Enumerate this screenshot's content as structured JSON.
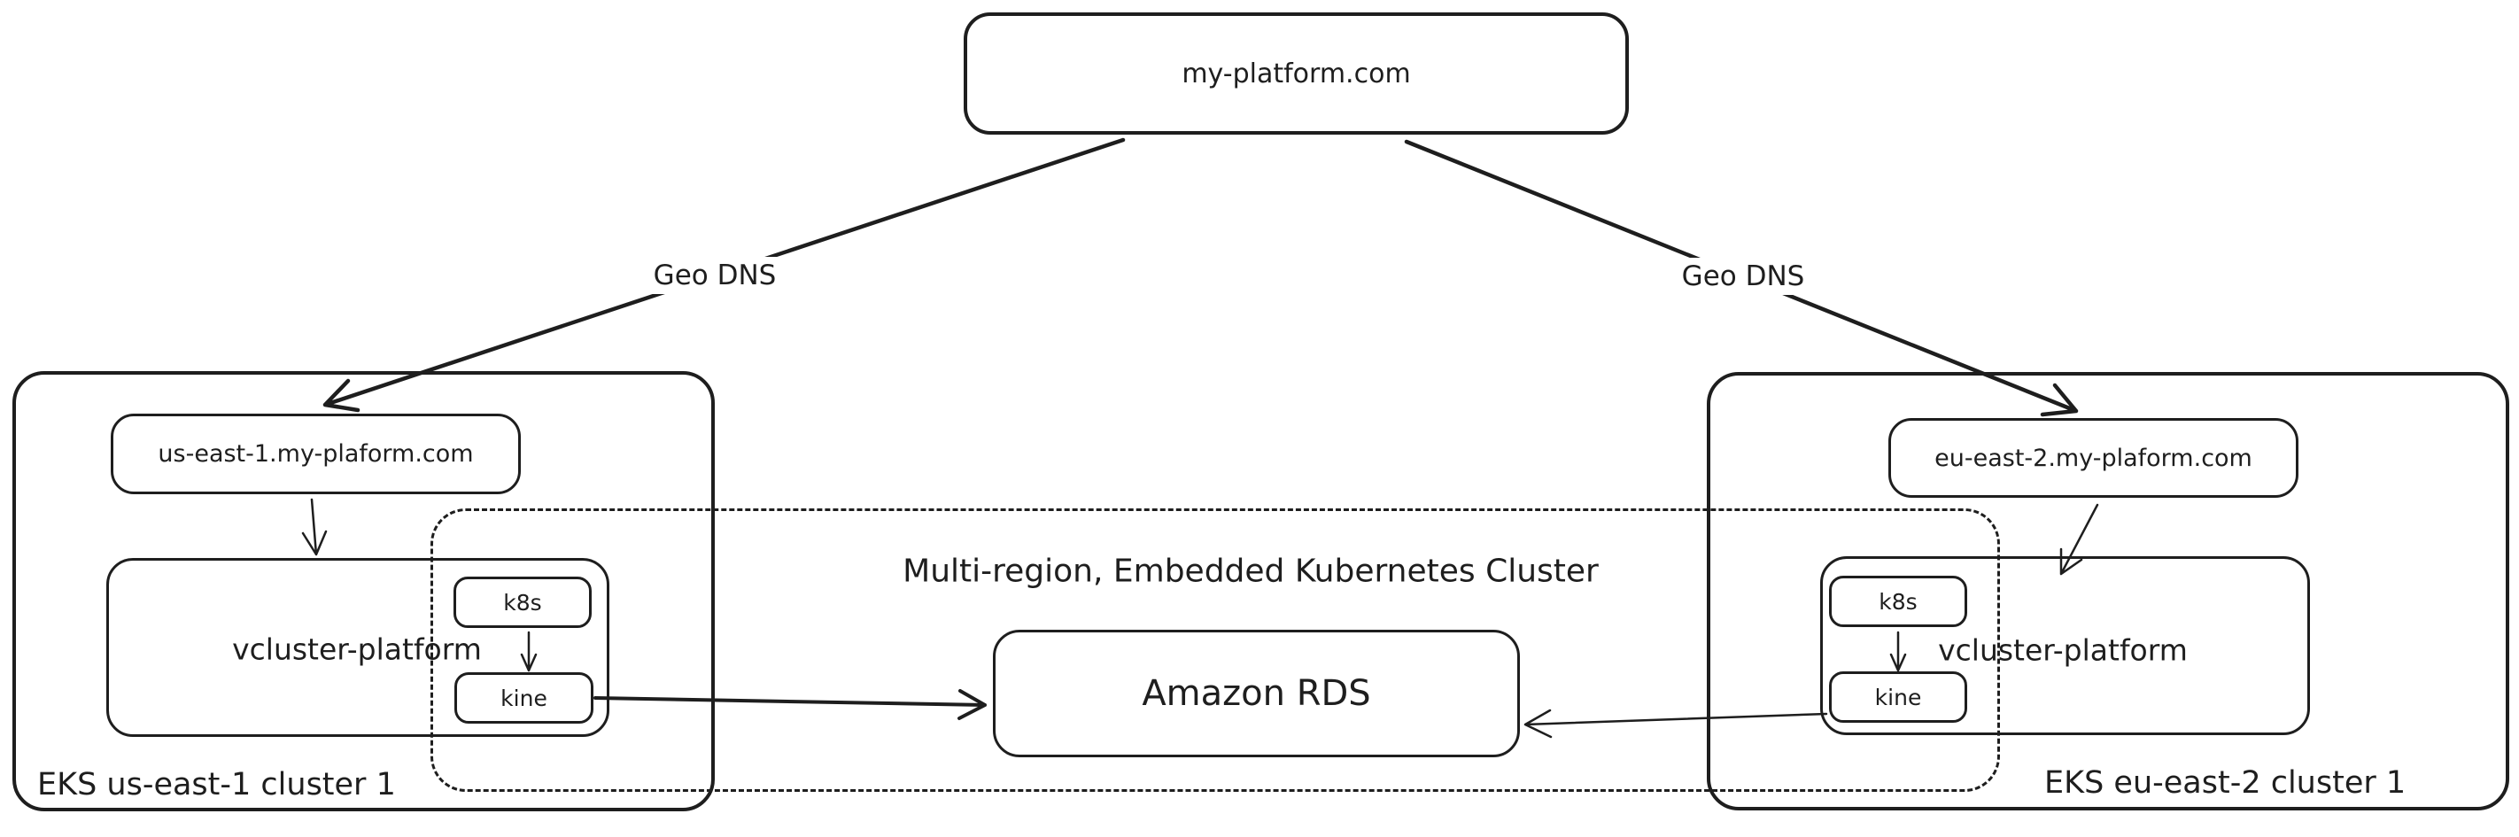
{
  "diagram": {
    "stroke_color": "#1e1e1e",
    "background_color": "#ffffff",
    "root": {
      "label": "my-platform.com"
    },
    "geo_dns_left_label": "Geo DNS",
    "geo_dns_right_label": "Geo DNS",
    "left_cluster": {
      "title": "EKS us-east-1 cluster 1",
      "dns_endpoint": "us-east-1.my-plaform.com",
      "vcluster_label": "vcluster-platform",
      "k8s_label": "k8s",
      "kine_label": "kine"
    },
    "right_cluster": {
      "title": "EKS eu-east-2 cluster 1",
      "dns_endpoint": "eu-east-2.my-plaform.com",
      "vcluster_label": "vcluster-platform",
      "k8s_label": "k8s",
      "kine_label": "kine"
    },
    "multi_region": {
      "title": "Multi-region, Embedded Kubernetes Cluster",
      "database_label": "Amazon RDS"
    }
  }
}
